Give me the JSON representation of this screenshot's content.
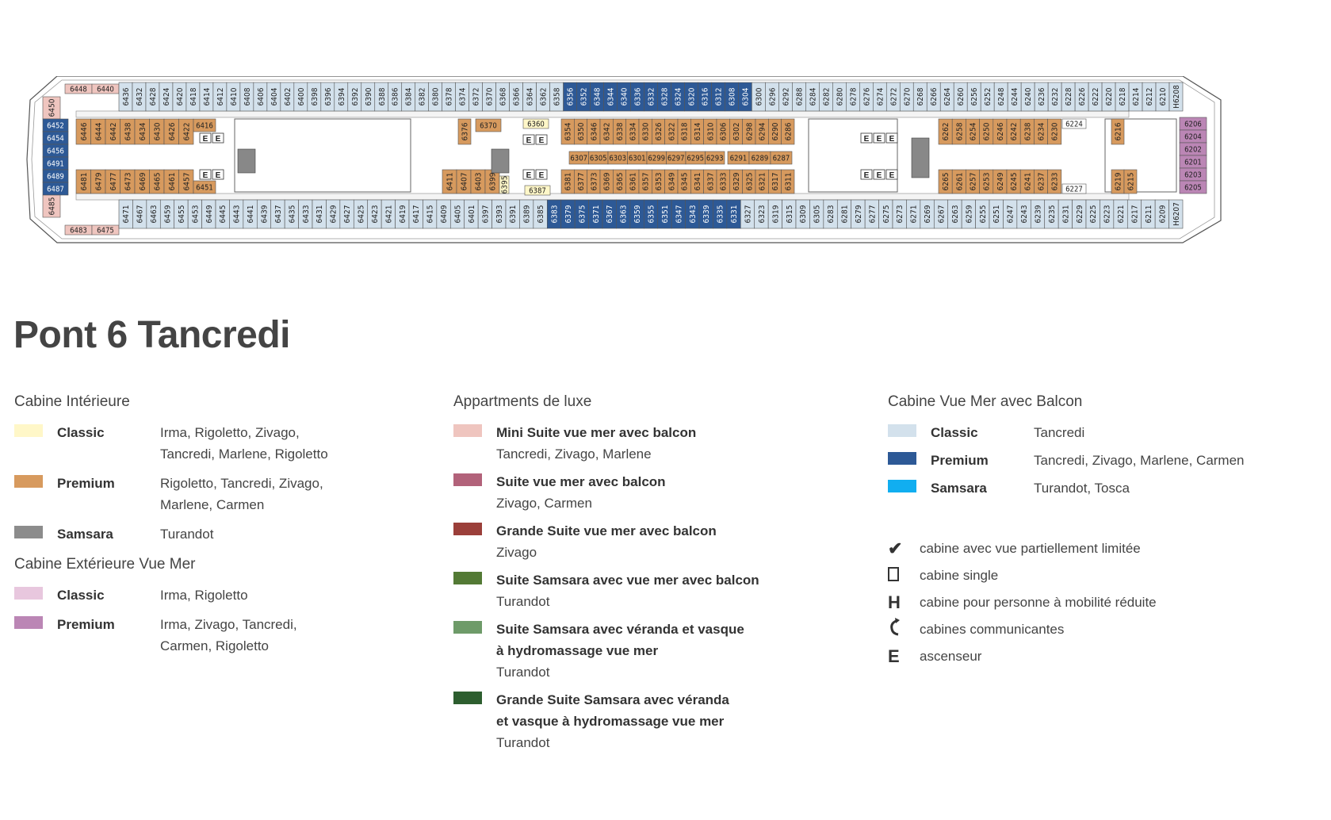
{
  "deck": {
    "top_row": [
      "6448",
      "6440",
      "6436",
      "6432",
      "6428",
      "6424",
      "6420",
      "6418",
      "6414",
      "6412",
      "6410",
      "6408",
      "6406",
      "6404",
      "6402",
      "6400",
      "6398",
      "6396",
      "6394",
      "6392",
      "6390",
      "6388",
      "6386",
      "6384",
      "6382",
      "6380",
      "6378",
      "6374",
      "6372",
      "6370",
      "6368",
      "6366",
      "6364",
      "6362",
      "6358",
      "6356",
      "6352",
      "6348",
      "6344",
      "6340",
      "6336",
      "6332",
      "6328",
      "6324",
      "6320",
      "6316",
      "6312",
      "6308",
      "6304",
      "6300",
      "6296",
      "6292",
      "6288",
      "6284",
      "6282",
      "6280",
      "6278",
      "6276",
      "6274",
      "6272",
      "6270",
      "6268",
      "6266",
      "6264",
      "6260",
      "6256",
      "6252",
      "6248",
      "6244",
      "6240",
      "6236",
      "6232",
      "6228",
      "6226",
      "6222",
      "6220",
      "6218",
      "6214",
      "6212",
      "6210",
      "H6208"
    ],
    "bottom_row": [
      "6483",
      "6475",
      "6471",
      "6467",
      "6463",
      "6459",
      "6455",
      "6453",
      "6449",
      "6445",
      "6443",
      "6441",
      "6439",
      "6437",
      "6435",
      "6433",
      "6431",
      "6429",
      "6427",
      "6425",
      "6423",
      "6421",
      "6419",
      "6417",
      "6415",
      "6409",
      "6405",
      "6401",
      "6397",
      "6393",
      "6391",
      "6389",
      "6385",
      "6383",
      "6379",
      "6375",
      "6371",
      "6367",
      "6363",
      "6359",
      "6355",
      "6351",
      "6347",
      "6343",
      "6339",
      "6335",
      "6331",
      "6327",
      "6323",
      "6319",
      "6315",
      "6309",
      "6305",
      "6283",
      "6281",
      "6279",
      "6277",
      "6275",
      "6273",
      "6271",
      "6269",
      "6267",
      "6263",
      "6259",
      "6255",
      "6251",
      "6247",
      "6243",
      "6239",
      "6235",
      "6231",
      "6229",
      "6225",
      "6223",
      "6221",
      "6217",
      "6211",
      "6209",
      "H6207"
    ],
    "left_bow": [
      "6450",
      "6452",
      "6454",
      "6456",
      "6491",
      "6489",
      "6487",
      "6485"
    ],
    "inner_fwd_top": [
      "6446",
      "6444",
      "6442",
      "6438",
      "6434",
      "6430",
      "6426",
      "6422",
      "6416"
    ],
    "inner_fwd_bottom": [
      "6481",
      "6479",
      "6477",
      "6473",
      "6469",
      "6465",
      "6461",
      "6457",
      "6451"
    ],
    "inner_mid_top": [
      "6376",
      "6370",
      "6360"
    ],
    "inner_mid_bottom": [
      "6411",
      "6407",
      "6403",
      "6399",
      "6395",
      "6387"
    ],
    "suites_top": [
      "6354",
      "6350",
      "6346",
      "6342",
      "6338",
      "6334",
      "6330",
      "6326",
      "6322",
      "6318",
      "6314",
      "6310",
      "6306",
      "6302",
      "6298",
      "6294",
      "6290",
      "6286"
    ],
    "suites_middle": [
      "6307",
      "6305",
      "6303",
      "6301",
      "6299",
      "6297",
      "6295",
      "6293",
      "6291",
      "6289",
      "6287"
    ],
    "suites_bottom": [
      "6381",
      "6377",
      "6373",
      "6369",
      "6365",
      "6361",
      "6357",
      "6353",
      "6349",
      "6345",
      "6341",
      "6337",
      "6333",
      "6329",
      "6325",
      "6321",
      "6317",
      "6311"
    ],
    "aft_inner_top": [
      "6262",
      "6258",
      "6254",
      "6250",
      "6246",
      "6242",
      "6238",
      "6234",
      "6230",
      "6224"
    ],
    "aft_inner_bottom": [
      "6265",
      "6261",
      "6257",
      "6253",
      "6249",
      "6245",
      "6241",
      "6237",
      "6233",
      "6227"
    ],
    "stern_inner": [
      "6216",
      "6219",
      "6215"
    ],
    "stern_ext": [
      "6206",
      "6204",
      "6202",
      "6201",
      "6203",
      "6205"
    ],
    "elevator_mark": "E"
  },
  "page_title": "Pont 6 Tancredi",
  "legend": {
    "interior": {
      "heading": "Cabine Intérieure",
      "rows": [
        {
          "label": "Classic",
          "ships": [
            "Irma, Rigoletto, Zivago,",
            "Tancredi, Marlene, Rigoletto"
          ],
          "color": "#fff7c8"
        },
        {
          "label": "Premium",
          "ships": [
            "Rigoletto, Tancredi, Zivago,",
            "Marlene, Carmen"
          ],
          "color": "#d79a5e"
        },
        {
          "label": "Samsara",
          "ships": [
            "Turandot"
          ],
          "color": "#8c8c8c"
        }
      ]
    },
    "exterior": {
      "heading": "Cabine Extérieure Vue Mer",
      "rows": [
        {
          "label": "Classic",
          "ships": [
            "Irma, Rigoletto"
          ],
          "color": "#e8c7de"
        },
        {
          "label": "Premium",
          "ships": [
            "Irma, Zivago, Tancredi,",
            "Carmen, Rigoletto"
          ],
          "color": "#bb86b5"
        }
      ]
    },
    "suites": {
      "heading": "Appartments de luxe",
      "rows": [
        {
          "label": [
            "Mini Suite vue mer avec balcon"
          ],
          "ships": "Tancredi, Zivago, Marlene",
          "color": "#efc5bf"
        },
        {
          "label": [
            "Suite vue mer avec balcon"
          ],
          "ships": "Zivago, Carmen",
          "color": "#b2627a"
        },
        {
          "label": [
            "Grande Suite vue mer avec balcon"
          ],
          "ships": "Zivago",
          "color": "#9b3f3a"
        },
        {
          "label": [
            "Suite Samsara avec vue mer avec balcon"
          ],
          "ships": "Turandot",
          "color": "#537a35"
        },
        {
          "label": [
            "Suite Samsara avec véranda et vasque",
            "à hydromassage vue mer"
          ],
          "ships": "Turandot",
          "color": "#6e9b69"
        },
        {
          "label": [
            "Grande Suite Samsara avec véranda",
            "et vasque à hydromassage vue mer"
          ],
          "ships": "Turandot",
          "color": "#2d5e2f"
        }
      ]
    },
    "balcony": {
      "heading": "Cabine Vue Mer avec Balcon",
      "rows": [
        {
          "label": "Classic",
          "ships": "Tancredi",
          "color": "#d3e1ec"
        },
        {
          "label": "Premium",
          "ships": "Tancredi, Zivago, Marlene, Carmen",
          "color": "#2d5996"
        },
        {
          "label": "Samsara",
          "ships": "Turandot, Tosca",
          "color": "#11aef0"
        }
      ]
    },
    "symbols": [
      {
        "glyph": "✔",
        "icon": "check-icon",
        "text": "cabine avec vue partiellement limitée"
      },
      {
        "glyph": "",
        "icon": "single-cabin-icon",
        "text": "cabine single"
      },
      {
        "glyph": "H",
        "icon": "accessible-icon",
        "text": "cabine pour personne à mobilité réduite"
      },
      {
        "glyph": "",
        "icon": "connecting-icon",
        "text": "cabines communicantes"
      },
      {
        "glyph": "E",
        "icon": "elevator-icon",
        "text": "ascenseur"
      }
    ]
  }
}
